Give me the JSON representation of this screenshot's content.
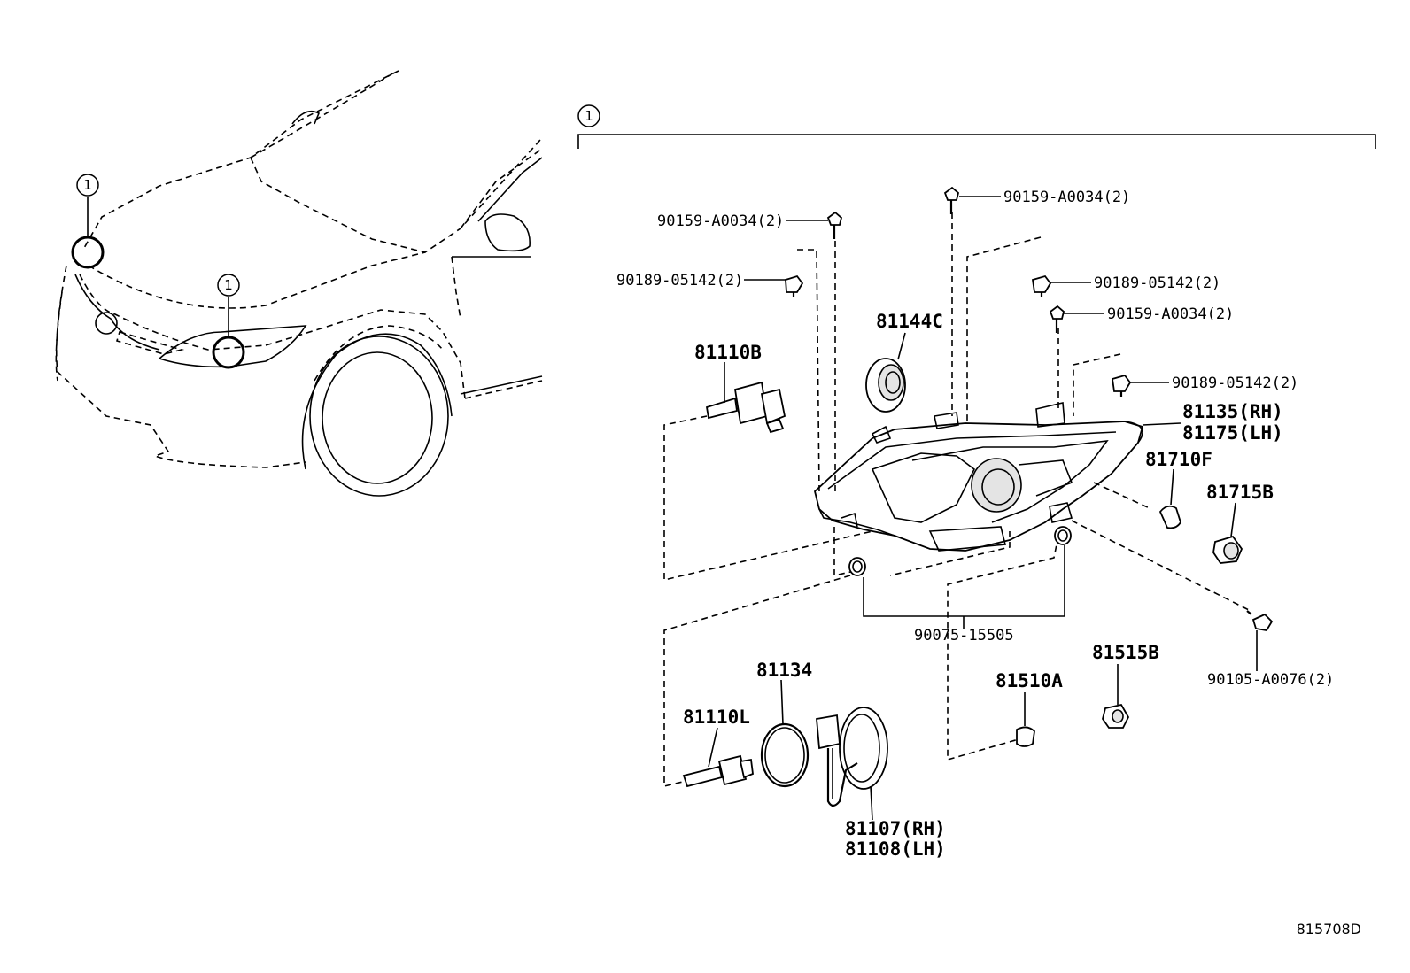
{
  "callout_index": "1",
  "diagram_id": "815708D",
  "parts": {
    "bolt_a": "90159-A0034(2)",
    "bolt_b": "90159-A0034(2)",
    "bolt_c": "90159-A0034(2)",
    "clip_a": "90189-05142(2)",
    "clip_b": "90189-05142(2)",
    "clip_c": "90189-05142(2)",
    "bulb_81110b": "81110B",
    "cap_81144c": "81144C",
    "unit_rh": "81135(RH)",
    "unit_lh": "81175(LH)",
    "bulb_81710f": "81710F",
    "socket_81715b": "81715B",
    "grommet_90075": "90075-15505",
    "screw_90105": "90105-A0076(2)",
    "bulb_81110l": "81110L",
    "ring_81134": "81134",
    "socket_81510a": "81510A",
    "socket_81515b": "81515B",
    "ballast_rh": "81107(RH)",
    "ballast_lh": "81108(LH)"
  }
}
